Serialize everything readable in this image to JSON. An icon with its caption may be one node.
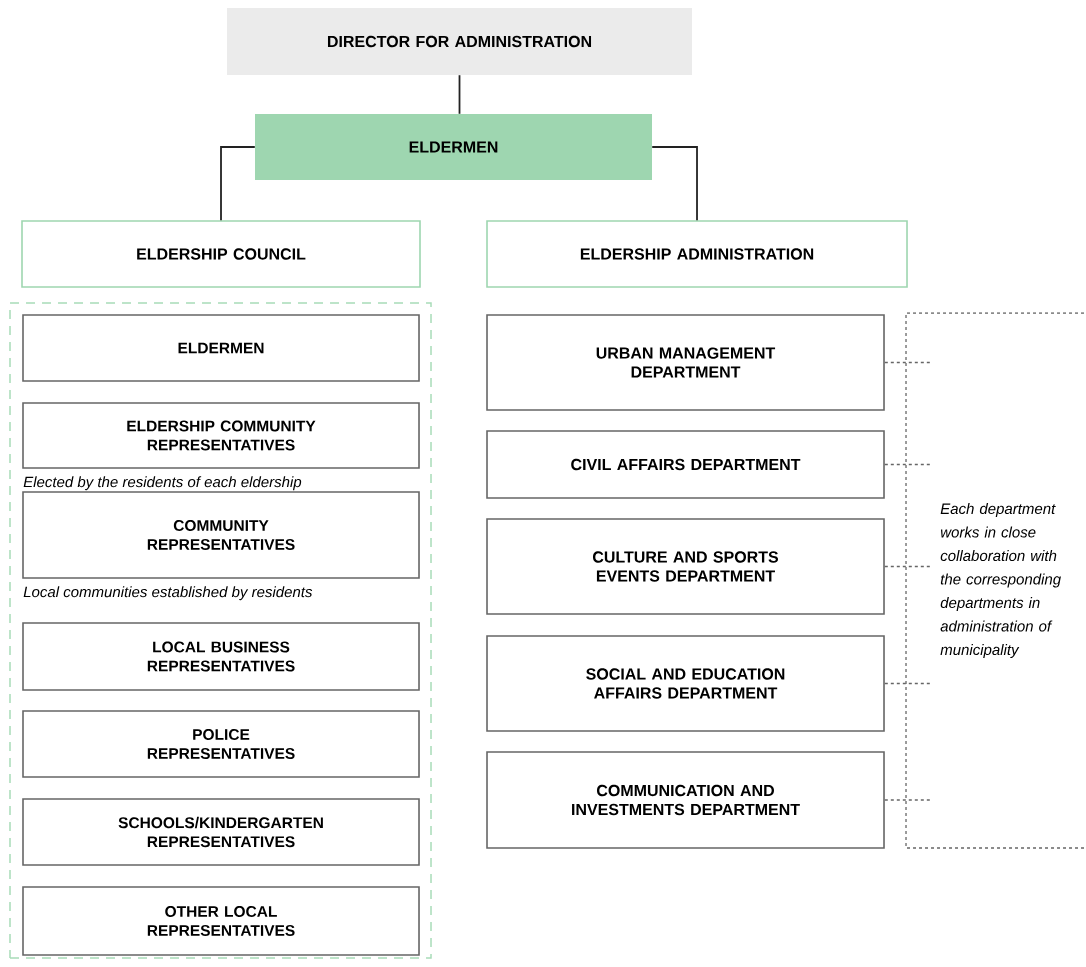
{
  "diagram": {
    "nodes": [
      {
        "text": [
          "DIRECTOR FOR ADMINISTRATION"
        ]
      },
      {
        "text": [
          "ELDERMEN"
        ]
      },
      {
        "text": [
          "ELDERSHIP COUNCIL"
        ]
      },
      {
        "text": [
          "ELDERSHIP ADMINISTRATION"
        ]
      },
      {
        "text": [],
        "shape": "box"
      },
      {
        "text": [
          "ELDERMEN"
        ],
        "in": 4
      },
      {
        "text": [
          "ELDERSHIP COMMUNITY REPRESENTATIVES"
        ],
        "in": 4,
        "beside": [
          "Elected by the residents of each eldership"
        ]
      },
      {
        "text": [
          "COMMUNITY REPRESENTATIVES"
        ],
        "in": 4,
        "beside": [
          "Local communities established by residents"
        ]
      },
      {
        "text": [
          "LOCAL BUSINESS REPRESENTATIVES"
        ],
        "in": 4
      },
      {
        "text": [
          "POLICE REPRESENTATIVES"
        ],
        "in": 4
      },
      {
        "text": [
          "SCHOOLS/KINDERGARTEN REPRESENTATIVES"
        ],
        "in": 4
      },
      {
        "text": [
          "OTHER LOCAL REPRESENTATIVES"
        ],
        "in": 4
      },
      {
        "text": [
          "URBAN MANAGEMENT DEPARTMENT"
        ]
      },
      {
        "text": [
          "CIVIL AFFAIRS DEPARTMENT"
        ]
      },
      {
        "text": [
          "CULTURE AND SPORTS EVENTS DEPARTMENT"
        ]
      },
      {
        "text": [
          "SOCIAL AND EDUCATION AFFAIRS DEPARTMENT"
        ]
      },
      {
        "text": [
          "COMMUNICATION AND INVESTMENTS DEPARTMENT"
        ]
      },
      {
        "text": [
          "Each department works in close collaboration with the corresponding departments in administration of municipality"
        ]
      }
    ],
    "edges": [
      {
        "from": 0,
        "to": 1,
        "arrow": "none",
        "color": "#222222"
      },
      {
        "from": 1,
        "to": 2,
        "arrow": "none",
        "color": "#222222"
      },
      {
        "from": 1,
        "to": 3,
        "arrow": "none",
        "color": "#222222"
      },
      {
        "from": 12,
        "to": 17,
        "arrow": "none",
        "style": "dashed"
      },
      {
        "from": 13,
        "to": 17,
        "arrow": "none",
        "style": "dashed"
      },
      {
        "from": 14,
        "to": 17,
        "arrow": "none",
        "style": "dashed"
      },
      {
        "from": 15,
        "to": 17,
        "arrow": "none",
        "style": "dashed"
      },
      {
        "from": 16,
        "to": 17,
        "arrow": "none",
        "style": "dashed"
      }
    ]
  }
}
